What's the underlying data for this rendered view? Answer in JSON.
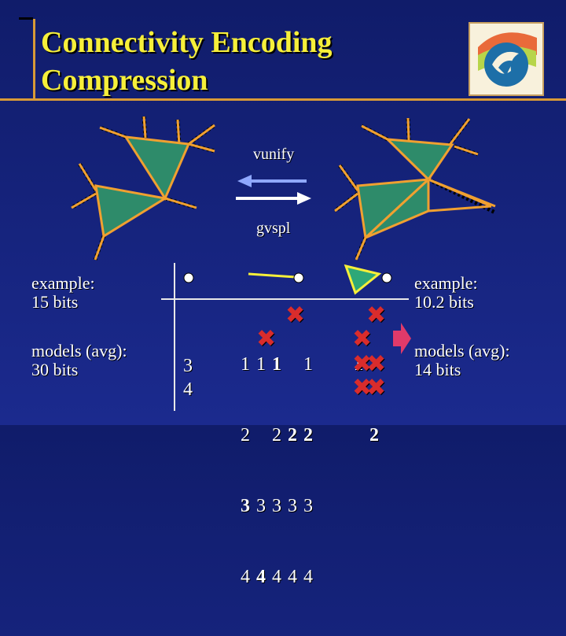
{
  "slide": {
    "title_line1": "Connectivity Encoding",
    "title_line2": "Compression",
    "op_unify": "vunify",
    "op_split": "gvspl"
  },
  "left_panel": {
    "example_line1": "example:",
    "example_line2": "15 bits",
    "models_line1": "models (avg):",
    "models_line2": "30 bits"
  },
  "right_panel": {
    "example_line1": "example:",
    "example_line2": "10.2 bits",
    "models_line1": "models (avg):",
    "models_line2": "14 bits"
  },
  "table": {
    "point_col": [
      "3",
      "4"
    ],
    "edge_rows": [
      [
        "1",
        "1",
        "1",
        "",
        "1"
      ],
      [
        "2",
        "",
        "2",
        "2",
        "2"
      ],
      [
        "3",
        "3",
        "3",
        "3",
        "3"
      ],
      [
        "4",
        "4",
        "4",
        "4",
        "4"
      ]
    ],
    "triangle_rows": [
      [
        "1",
        ""
      ],
      [
        "",
        "2"
      ],
      [
        "",
        ""
      ],
      [
        "",
        ""
      ]
    ]
  },
  "colors": {
    "background": "#1b2a8e",
    "title": "#f6ef3a",
    "accent_orange": "#f0a030",
    "triangle_fill": "#2e8b6a",
    "strike_red": "#d92c2c",
    "arrow_left": "#8fa8ff",
    "arrow_right": "#ffffff"
  }
}
